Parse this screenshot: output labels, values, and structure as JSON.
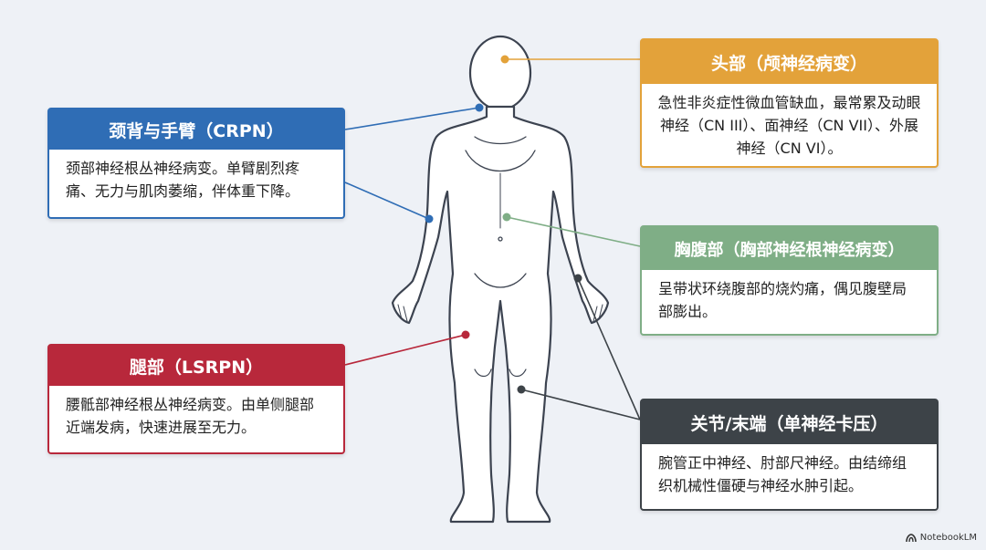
{
  "cards": {
    "head": {
      "title": "头部（颅神经病变）",
      "text": "急性非炎症性微血管缺血，最常累及动眼神经（CN III）、面神经（CN VII）、外展神经（CN VI）。",
      "color": "#e3a23a"
    },
    "neck": {
      "title": "颈背与手臂（CRPN）",
      "text": "颈部神经根丛神经病变。单臂剧烈疼痛、无力与肌肉萎缩，伴体重下降。",
      "color": "#2f6db5"
    },
    "chest": {
      "title": "胸腹部（胸部神经根神经病变）",
      "text": "呈带状环绕腹部的烧灼痛，偶见腹壁局部膨出。",
      "color": "#7fae86"
    },
    "leg": {
      "title": "腿部（LSRPN）",
      "text": "腰骶部神经根丛神经病变。由单侧腿部近端发病，快速进展至无力。",
      "color": "#b8283b"
    },
    "joint": {
      "title": "关节/末端（单神经卡压）",
      "text": "腕管正中神经、肘部尺神经。由结缔组织机械性僵硬与神经水肿引起。",
      "color": "#3d4348"
    }
  },
  "watermark": "NotebookLM"
}
